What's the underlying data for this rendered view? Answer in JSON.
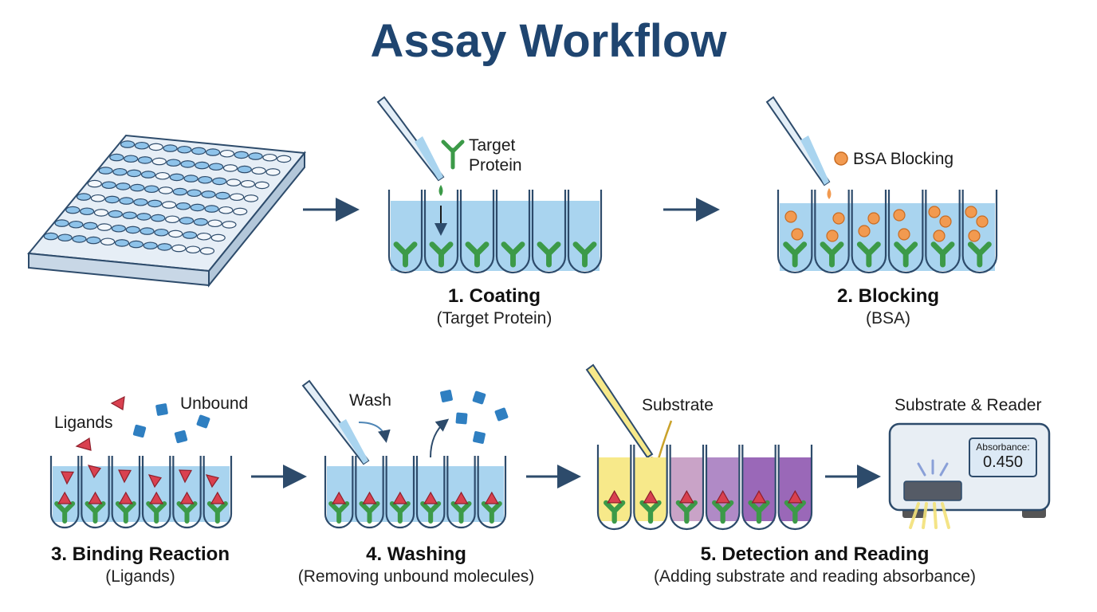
{
  "title": "Assay Workflow",
  "steps": [
    {
      "heading": "1. Coating",
      "sub": "(Target Protein)"
    },
    {
      "heading": "2. Blocking",
      "sub": "(BSA)"
    },
    {
      "heading": "3. Binding Reaction",
      "sub": "(Ligands)"
    },
    {
      "heading": "4. Washing",
      "sub": "(Removing unbound molecules)"
    },
    {
      "heading": "5. Detection and Reading",
      "sub": "(Adding substrate and reading absorbance)"
    }
  ],
  "labels": {
    "target_protein_line1": "Target",
    "target_protein_line2": "Protein",
    "bsa_blocking": "BSA Blocking",
    "ligands": "Ligands",
    "unbound": "Unbound",
    "wash": "Wash",
    "substrate": "Substrate",
    "substrate_reader": "Substrate & Reader"
  },
  "reader": {
    "label": "Absorbance:",
    "value": "0.450"
  },
  "colors": {
    "title": "#1f4570",
    "liquid": "#a9d4ef",
    "antibody": "#3c9a48",
    "bsa": "#f29a50",
    "ligand": "#d94150",
    "unbound": "#2f7fc1",
    "substrate_yellow": "#f7e98a",
    "substrate_purple": "#9a68b8",
    "arrow": "#2d4b6b"
  }
}
